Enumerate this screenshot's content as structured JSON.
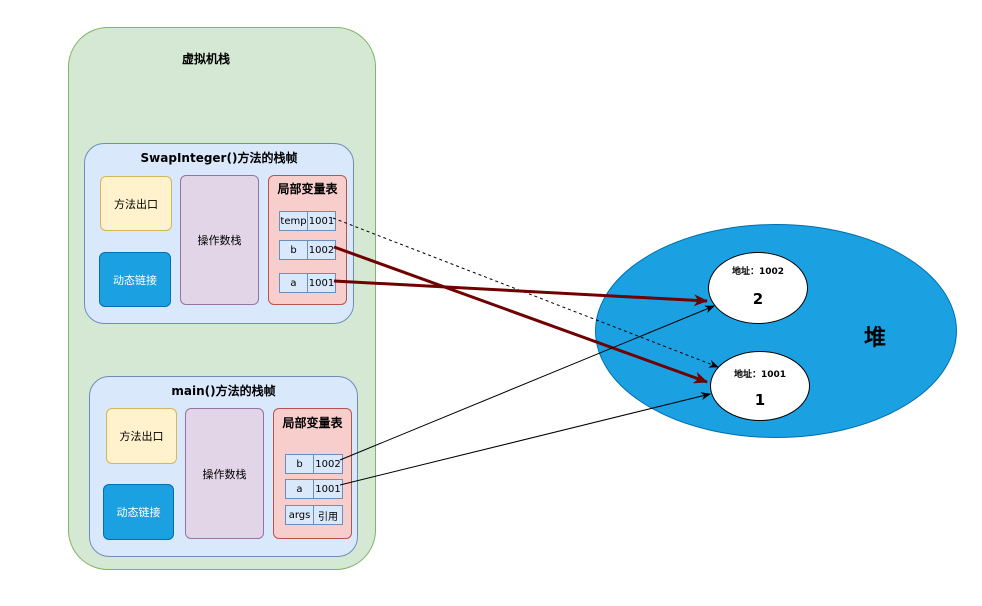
{
  "stack": {
    "title": "虚拟机栈"
  },
  "frames": [
    {
      "title": "SwapInteger()方法的栈帧",
      "return_address": "方法出口",
      "dynamic_link": "动态链接",
      "operand_stack": "操作数栈",
      "locals": {
        "title": "局部变量表",
        "rows": [
          {
            "name": "temp",
            "value": "1001"
          },
          {
            "name": "b",
            "value": "1002"
          },
          {
            "name": "a",
            "value": "1001"
          }
        ]
      }
    },
    {
      "title": "main()方法的栈帧",
      "return_address": "方法出口",
      "dynamic_link": "动态链接",
      "operand_stack": "操作数栈",
      "locals": {
        "title": "局部变量表",
        "rows": [
          {
            "name": "b",
            "value": "1002"
          },
          {
            "name": "a",
            "value": "1001"
          },
          {
            "name": "args",
            "value": "引用"
          }
        ]
      }
    }
  ],
  "heap": {
    "label": "堆",
    "objects": [
      {
        "address": "地址：1002",
        "value": "2"
      },
      {
        "address": "地址：1001",
        "value": "1"
      }
    ]
  },
  "colors": {
    "stack-fill": "#d5e8d4",
    "stack-border": "#82b366",
    "frame-fill": "#dae8fc",
    "frame-border": "#6c8ebf",
    "exit-fill": "#fff2cc",
    "exit-border": "#d6b656",
    "link-fill": "#1ba1e2",
    "link-border": "#006eaf",
    "operand-fill": "#e1d5e7",
    "operand-border": "#9673a6",
    "locals-fill": "#f8cecc",
    "locals-border": "#b85450",
    "cell-fill": "#dae8fc",
    "cell-border": "#6c8ebf",
    "heap-fill": "#1ba1e2",
    "heap-border": "#006eaf",
    "obj-fill": "#ffffff",
    "obj-border": "#000000",
    "arrow-thick": "#6f0000",
    "arrow-thin": "#000000"
  }
}
